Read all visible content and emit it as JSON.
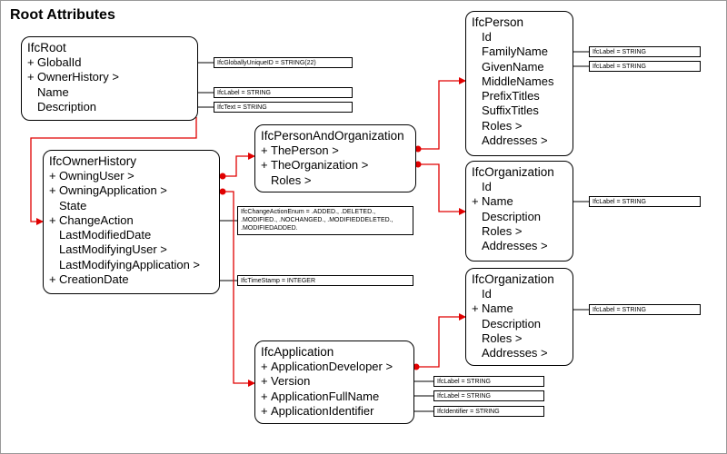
{
  "title": "Root Attributes",
  "colors": {
    "connector": "#e00000",
    "line": "#000000"
  },
  "entities": {
    "root": {
      "name": "IfcRoot",
      "attributes": [
        {
          "mark": "+",
          "text": "GlobalId"
        },
        {
          "mark": "+",
          "text": "OwnerHistory >"
        },
        {
          "mark": "",
          "text": "Name"
        },
        {
          "mark": "",
          "text": "Description"
        }
      ]
    },
    "owner_history": {
      "name": "IfcOwnerHistory",
      "attributes": [
        {
          "mark": "+",
          "text": "OwningUser >"
        },
        {
          "mark": "+",
          "text": "OwningApplication >"
        },
        {
          "mark": "",
          "text": "State"
        },
        {
          "mark": "+",
          "text": "ChangeAction"
        },
        {
          "mark": "",
          "text": "LastModifiedDate"
        },
        {
          "mark": "",
          "text": "LastModifyingUser >"
        },
        {
          "mark": "",
          "text": "LastModifyingApplication >"
        },
        {
          "mark": "+",
          "text": "CreationDate"
        }
      ]
    },
    "person_and_org": {
      "name": "IfcPersonAndOrganization",
      "attributes": [
        {
          "mark": "+",
          "text": "ThePerson >"
        },
        {
          "mark": "+",
          "text": "TheOrganization >"
        },
        {
          "mark": "",
          "text": "Roles >"
        }
      ]
    },
    "person": {
      "name": "IfcPerson",
      "attributes": [
        {
          "mark": "",
          "text": "Id"
        },
        {
          "mark": "",
          "text": "FamilyName"
        },
        {
          "mark": "",
          "text": "GivenName"
        },
        {
          "mark": "",
          "text": "MiddleNames"
        },
        {
          "mark": "",
          "text": "PrefixTitles"
        },
        {
          "mark": "",
          "text": "SuffixTitles"
        },
        {
          "mark": "",
          "text": "Roles >"
        },
        {
          "mark": "",
          "text": "Addresses >"
        }
      ]
    },
    "organization_1": {
      "name": "IfcOrganization",
      "attributes": [
        {
          "mark": "",
          "text": "Id"
        },
        {
          "mark": "+",
          "text": "Name"
        },
        {
          "mark": "",
          "text": "Description"
        },
        {
          "mark": "",
          "text": "Roles >"
        },
        {
          "mark": "",
          "text": "Addresses >"
        }
      ]
    },
    "organization_2": {
      "name": "IfcOrganization",
      "attributes": [
        {
          "mark": "",
          "text": "Id"
        },
        {
          "mark": "+",
          "text": "Name"
        },
        {
          "mark": "",
          "text": "Description"
        },
        {
          "mark": "",
          "text": "Roles >"
        },
        {
          "mark": "",
          "text": "Addresses >"
        }
      ]
    },
    "application": {
      "name": "IfcApplication",
      "attributes": [
        {
          "mark": "+",
          "text": "ApplicationDeveloper >"
        },
        {
          "mark": "+",
          "text": "Version"
        },
        {
          "mark": "+",
          "text": "ApplicationFullName"
        },
        {
          "mark": "+",
          "text": "ApplicationIdentifier"
        }
      ]
    }
  },
  "type_labels": {
    "global_id": "IfcGloballyUniqueID = STRING(22)",
    "root_name": "IfcLabel = STRING",
    "root_description": "IfcText = STRING",
    "family_name": "IfcLabel = STRING",
    "given_name": "IfcLabel = STRING",
    "change_action": "IfcChangeActionEnum = .ADDED., .DELETED., .MODIFIED., .NOCHANGED., .MODIFIEDDELETED., .MODIFIEDADDED.",
    "creation_date": "IfcTimeStamp = INTEGER",
    "org1_name": "IfcLabel = STRING",
    "org2_name": "IfcLabel = STRING",
    "version": "IfcLabel = STRING",
    "full_name": "IfcLabel = STRING",
    "identifier": "IfcIdentifier = STRING"
  }
}
